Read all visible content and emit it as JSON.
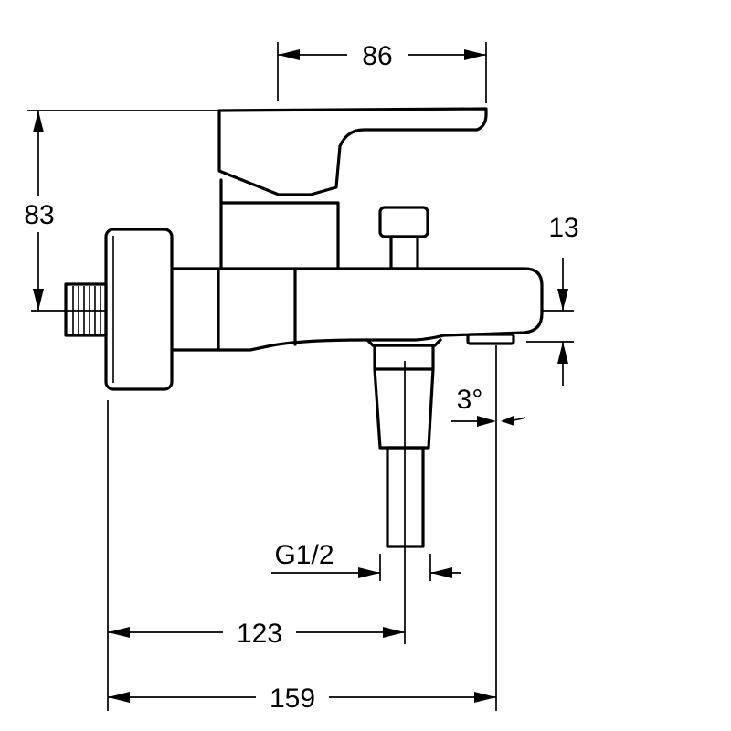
{
  "drawing": {
    "dimensions": {
      "handle_width": "86",
      "height": "83",
      "spout_offset": "13",
      "spout_angle": "3°",
      "thread": "G1/2",
      "to_outlet": "123",
      "overall_length": "159"
    }
  }
}
